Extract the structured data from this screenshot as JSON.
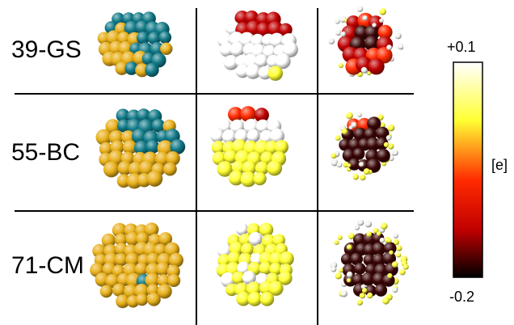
{
  "rows": [
    {
      "label": "39-GS"
    },
    {
      "label": "55-BC"
    },
    {
      "label": "71-CM"
    }
  ],
  "colorbar": {
    "max_label": "+0.1",
    "min_label": "-0.2",
    "unit_label": "[e]",
    "gradient_stops": [
      "#ffffff",
      "#ffff33",
      "#ff2a00",
      "#c00000",
      "#000000"
    ]
  },
  "colors": {
    "gold_atom": "#e8b01a",
    "teal_atom": "#127a88",
    "grid_line": "#000000"
  }
}
